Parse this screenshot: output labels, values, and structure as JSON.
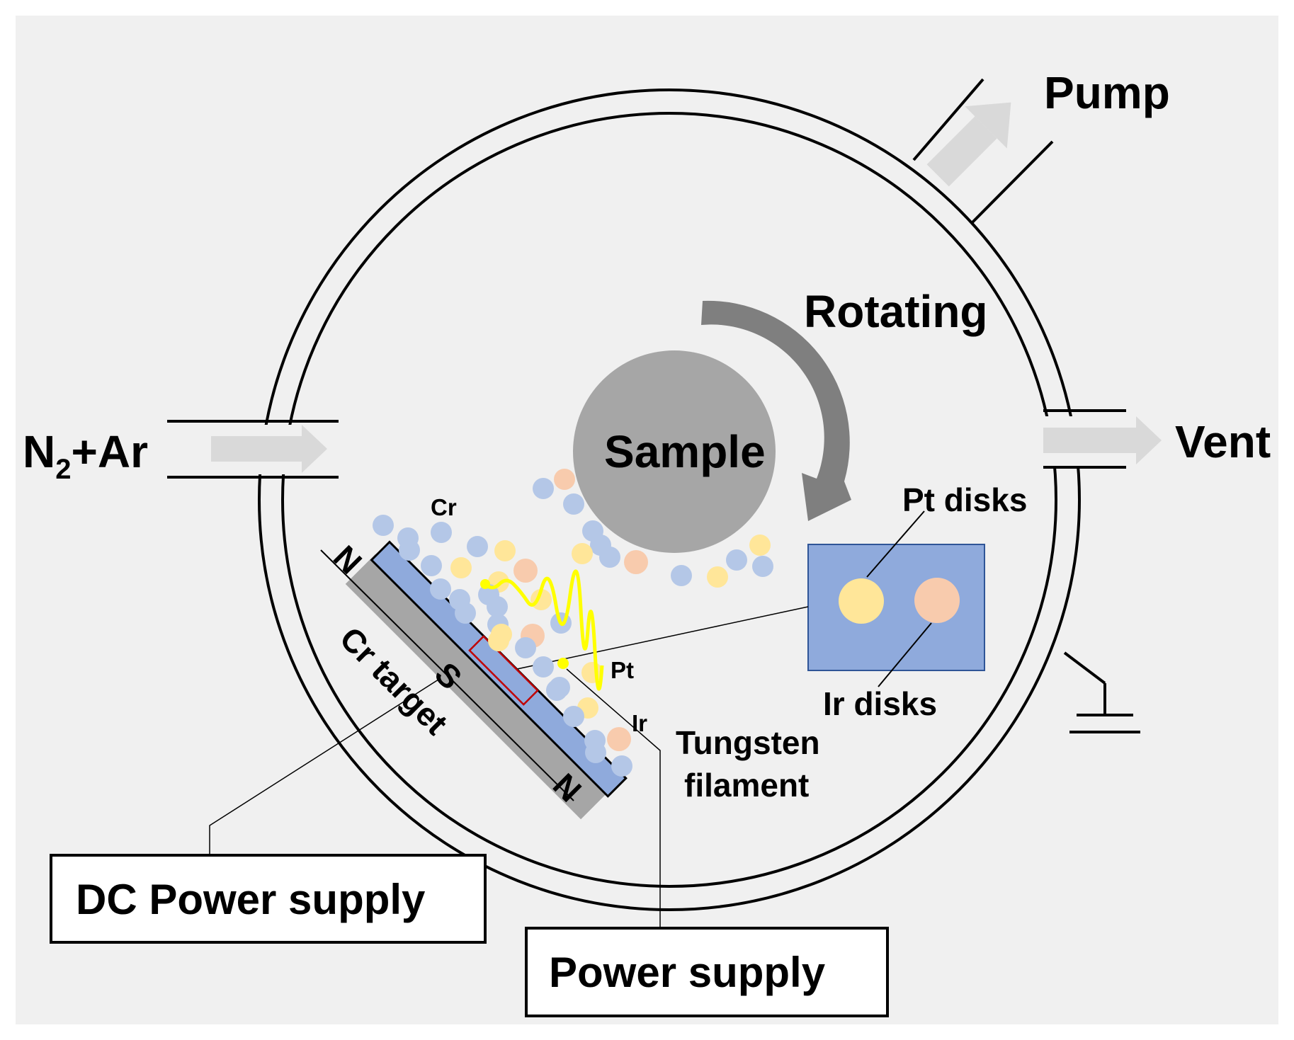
{
  "labels": {
    "pump": "Pump",
    "rotating": "Rotating",
    "gas_main": "N",
    "gas_sub": "2",
    "gas_rest": "+Ar",
    "vent": "Vent",
    "sample": "Sample",
    "pt_disks": "Pt disks",
    "ir_disks": "Ir disks",
    "cr": "Cr",
    "pt": "Pt",
    "ir": "Ir",
    "magnet_n1": "N",
    "magnet_s": "S",
    "magnet_n2": "N",
    "cr_target": "Cr target",
    "tungsten_line1": "Tungsten",
    "tungsten_line2": "filament",
    "dc_power_supply": "DC Power supply",
    "power_supply": "Power supply"
  },
  "colors": {
    "background": "#f0f0f0",
    "chamber_stroke": "#000000",
    "arrow_fill": "#d9d9d9",
    "sample_fill": "#a6a6a6",
    "rotation_arrow": "#7f7f7f",
    "target_fill": "#8faadc",
    "magnet_fill": "#a6a6a6",
    "disk_plate": "#8faadc",
    "pt_particle": "#ffe699",
    "ir_particle": "#f8cbad",
    "cr_particle": "#b4c7e7",
    "filament": "#ffff00",
    "highlight_box": "#c00000"
  }
}
